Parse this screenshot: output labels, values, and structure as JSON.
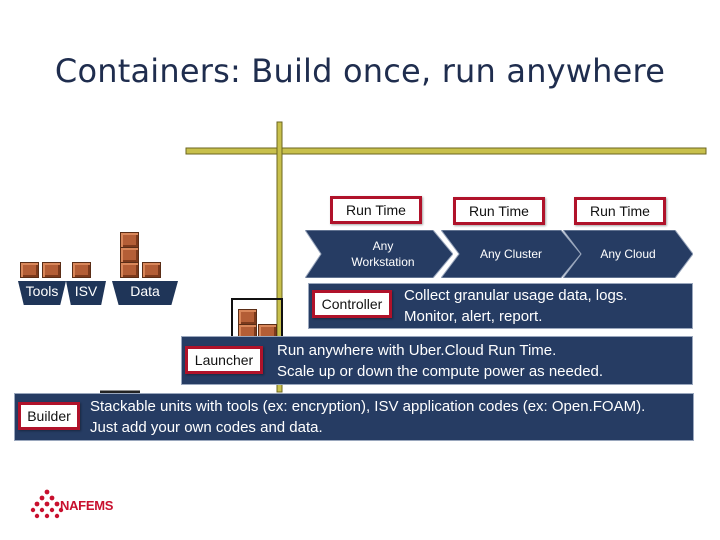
{
  "title": "Containers: Build once, run anywhere",
  "runtime_labels": [
    "Run Time",
    "Run Time",
    "Run Time"
  ],
  "targets": [
    "Any\nWorkstation",
    "Any Cluster",
    "Any Cloud"
  ],
  "trays": [
    "Tools",
    "ISV",
    "Data"
  ],
  "components": {
    "controller": {
      "label": "Controller",
      "description": "Collect granular usage data, logs.\nMonitor, alert, report."
    },
    "launcher": {
      "label": "Launcher",
      "description": "Run anywhere with Uber.Cloud Run Time.\nScale up or down the compute power as needed."
    },
    "builder": {
      "label": "Builder",
      "description": "Stackable units with tools (ex: encryption), ISV application codes (ex: Open.FOAM).\nJust add your own codes and data."
    }
  },
  "logo": {
    "text": "NAFEMS",
    "color": "#c8102e"
  },
  "colors": {
    "navy": "#263c63",
    "accent_red": "#b0122a",
    "crate": "#b45e36",
    "crane": "#c8c04c"
  }
}
